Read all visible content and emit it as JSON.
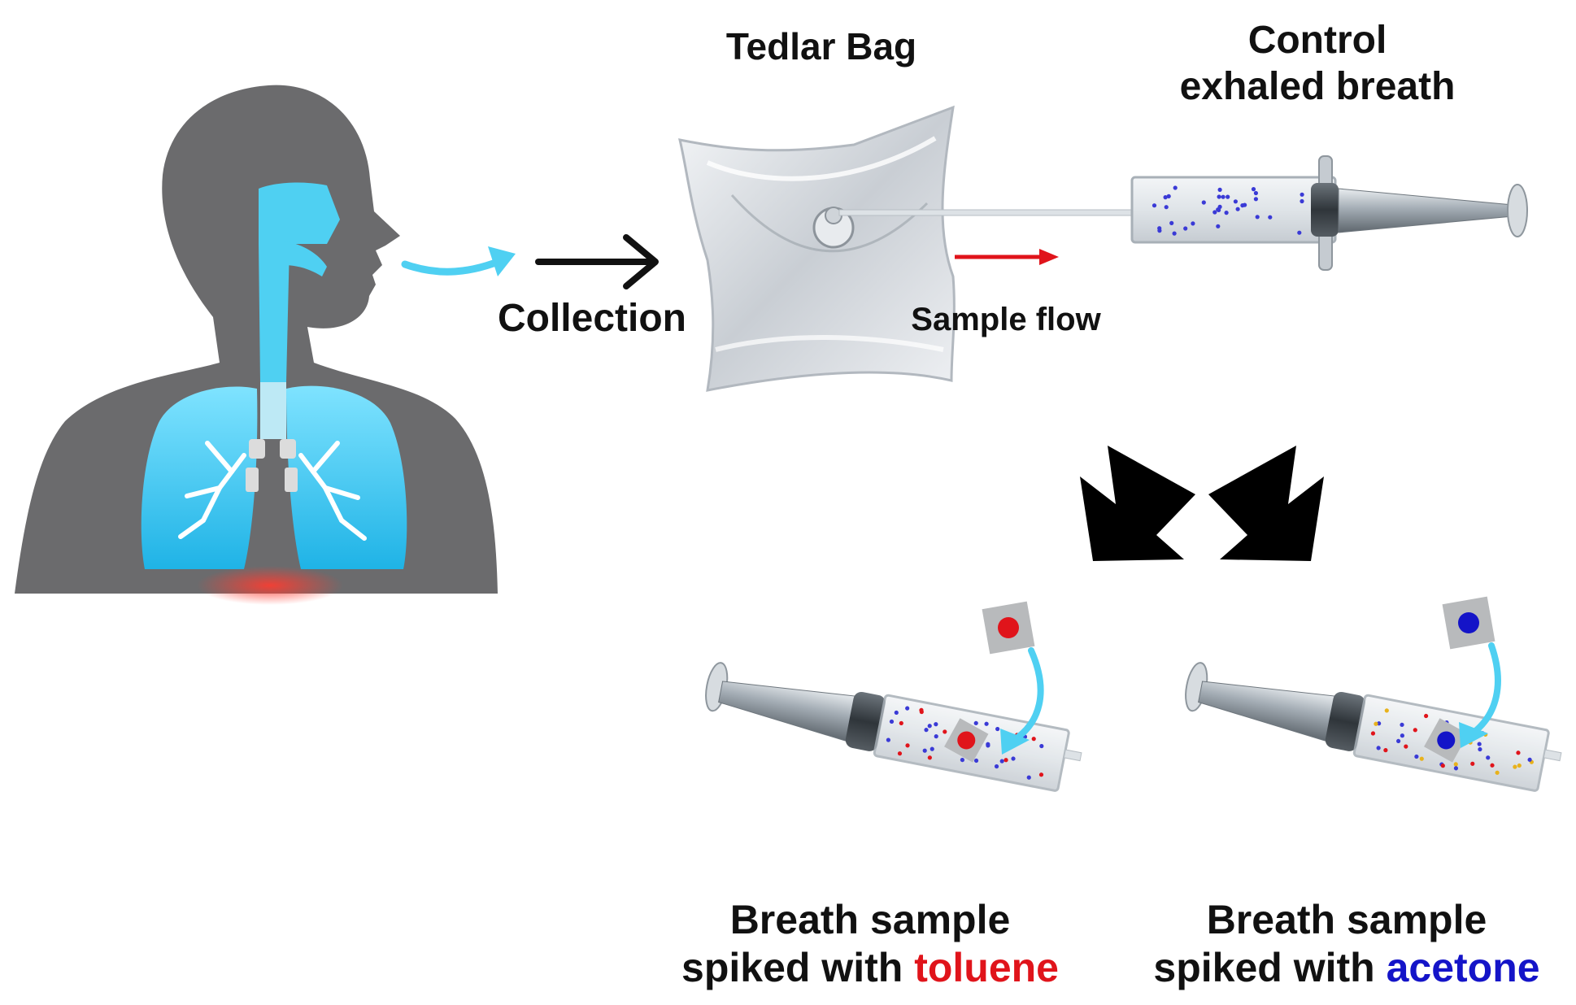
{
  "labels": {
    "tedlar_bag": "Tedlar Bag",
    "control_line1": "Control",
    "control_line2": "exhaled breath",
    "collection": "Collection",
    "sample_flow": "Sample flow",
    "toluene_line1": "Breath sample",
    "toluene_line2_prefix": "spiked with ",
    "toluene_compound": "toluene",
    "acetone_line1": "Breath sample",
    "acetone_line2_prefix": "spiked with ",
    "acetone_compound": "acetone"
  },
  "colors": {
    "head_silhouette": "#6b6b6d",
    "airway_blue": "#4fd0f2",
    "flow_arrow_red": "#e0141b",
    "toluene_red": "#e0141b",
    "acetone_blue": "#1414c8",
    "label_black": "#111111"
  },
  "icons": [
    "human-silhouette-icon",
    "tedlar-bag-icon",
    "syringe-icon",
    "sensor-chip-icon"
  ]
}
